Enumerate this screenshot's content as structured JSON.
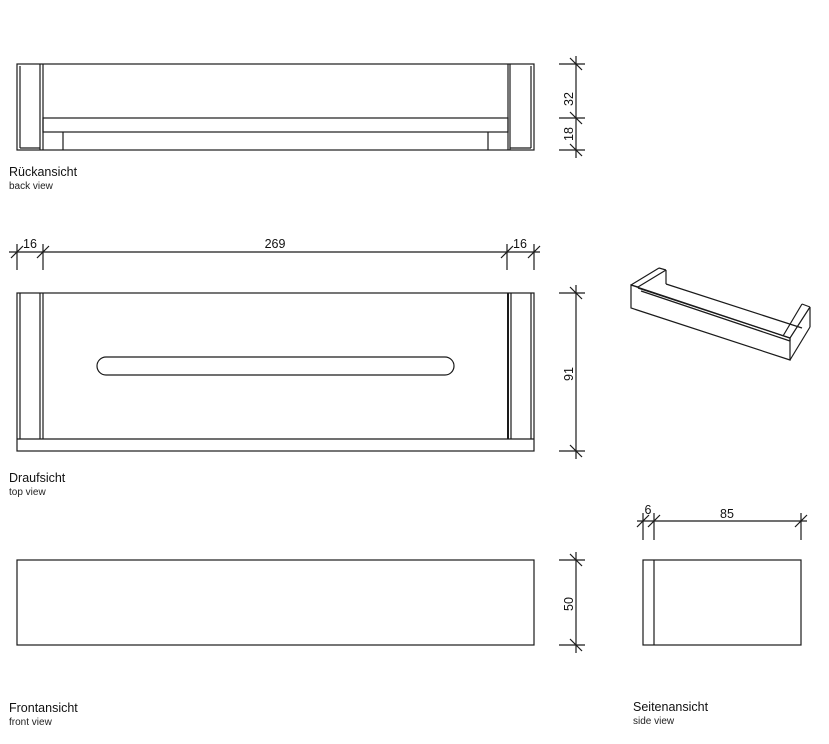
{
  "views": {
    "back": {
      "title": "Rückansicht",
      "subtitle": "back view"
    },
    "top": {
      "title": "Draufsicht",
      "subtitle": "top view"
    },
    "front": {
      "title": "Frontansicht",
      "subtitle": "front view"
    },
    "side": {
      "title": "Seitenansicht",
      "subtitle": "side view"
    }
  },
  "dimensions": {
    "back_upper_height": "32",
    "back_lower_height": "18",
    "top_left_wall": "16",
    "top_inner_length": "269",
    "top_right_wall": "16",
    "top_depth": "91",
    "front_height": "50",
    "side_wall": "6",
    "side_depth": "85"
  },
  "colors": {
    "line": "#1a1a1a",
    "background": "#ffffff"
  }
}
